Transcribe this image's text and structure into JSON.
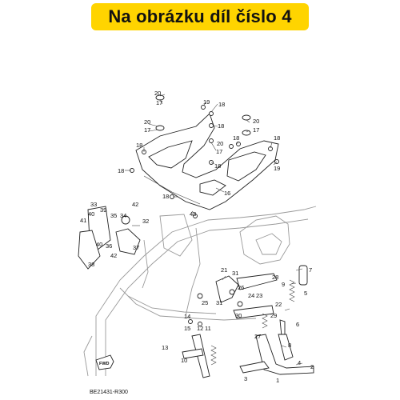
{
  "banner": {
    "title": "Na obrázku díl číslo 4",
    "color": "#ffd400"
  },
  "diagram_code": "BE21431-R300",
  "fwd_label": "FWD",
  "labels": {
    "n1": "1",
    "n2": "2",
    "n3": "3",
    "n4": "4",
    "n5": "5",
    "n6": "6",
    "n7": "7",
    "n8": "8",
    "n9": "9",
    "n10": "10",
    "n11": "11",
    "n12": "12",
    "n13": "13",
    "n14": "14",
    "n15": "15",
    "n16": "16",
    "n17": "17",
    "n18": "18",
    "n19": "19",
    "n20": "20",
    "n21": "21",
    "n22": "22",
    "n23": "23",
    "n24": "24",
    "n25": "25",
    "n26": "26",
    "n27": "27",
    "n28": "28",
    "n29": "29",
    "n30": "30",
    "n31": "31",
    "n32": "32",
    "n33": "33",
    "n34": "34",
    "n35": "35",
    "n36": "36",
    "n37": "37",
    "n38": "38",
    "n39": "39",
    "n40": "40",
    "n41": "41",
    "n42": "42",
    "n43": "43"
  }
}
